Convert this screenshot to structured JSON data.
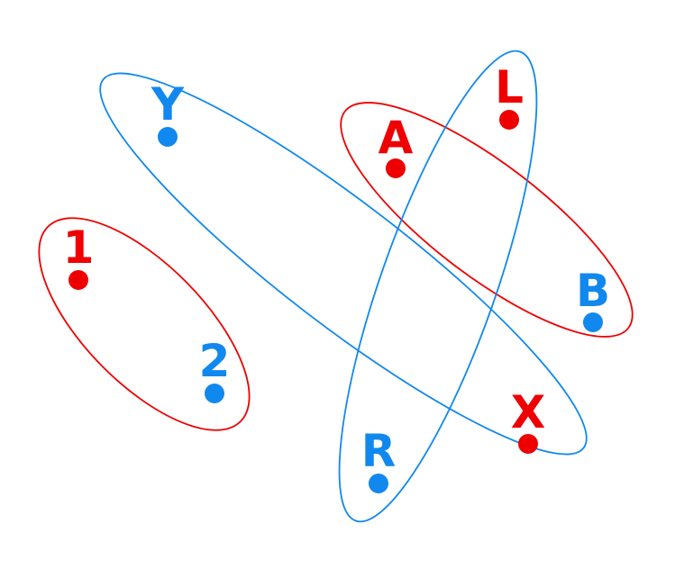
{
  "colors": {
    "red": "#ee0000",
    "blue": "#1188ee",
    "background": "#ffffff"
  },
  "nodes": [
    {
      "id": "Y",
      "label": "Y",
      "color": "blue"
    },
    {
      "id": "L",
      "label": "L",
      "color": "red"
    },
    {
      "id": "A",
      "label": "A",
      "color": "red"
    },
    {
      "id": "1",
      "label": "1",
      "color": "red"
    },
    {
      "id": "B",
      "label": "B",
      "color": "blue"
    },
    {
      "id": "2",
      "label": "2",
      "color": "blue"
    },
    {
      "id": "X",
      "label": "X",
      "color": "red"
    },
    {
      "id": "R",
      "label": "R",
      "color": "blue"
    }
  ],
  "groups": [
    {
      "id": "group-1-2",
      "members": [
        "1",
        "2"
      ],
      "color": "red"
    },
    {
      "id": "group-y-x",
      "members": [
        "Y",
        "X"
      ],
      "color": "blue"
    },
    {
      "id": "group-a-b",
      "members": [
        "A",
        "B"
      ],
      "color": "red"
    },
    {
      "id": "group-l-r",
      "members": [
        "L",
        "R"
      ],
      "color": "blue"
    }
  ]
}
